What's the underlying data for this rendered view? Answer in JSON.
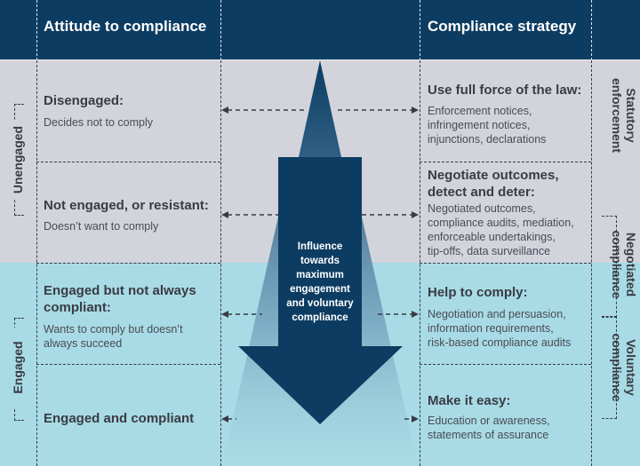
{
  "header": {
    "left_title": "Attitude to compliance",
    "right_title": "Compliance strategy"
  },
  "colors": {
    "header_bg": "#0d3c62",
    "unengaged_band": "#d3d3dc",
    "engaged_band": "#a8dbe5",
    "arrow": "#0d3c62",
    "text": "#3a3b44"
  },
  "attitudes": [
    {
      "title": "Disengaged:",
      "desc": "Decides not to comply"
    },
    {
      "title": "Not engaged, or resistant:",
      "desc": "Doesn’t want to comply"
    },
    {
      "title": "Engaged but not always compliant:",
      "title_line1": "Engaged but not always",
      "title_line2": "compliant:",
      "desc": "Wants to comply but doesn’t always succeed",
      "desc_line1": "Wants to comply but doesn’t",
      "desc_line2": "always succeed"
    },
    {
      "title": "Engaged and compliant",
      "desc": ""
    }
  ],
  "strategies": [
    {
      "title": "Use full force of the law:",
      "desc_lines": [
        "Enforcement notices,",
        "infringement notices,",
        "injunctions, declarations"
      ]
    },
    {
      "title_lines": [
        "Negotiate outcomes,",
        "detect and deter:"
      ],
      "desc_lines": [
        "Negotiated outcomes,",
        "compliance audits, mediation,",
        "enforceable undertakings,",
        "tip-offs, data surveillance"
      ]
    },
    {
      "title": "Help to comply:",
      "desc_lines": [
        "Negotiation and persuasion,",
        "information requirements,",
        "risk-based compliance audits"
      ]
    },
    {
      "title": "Make it easy:",
      "desc_lines": [
        "Education or awareness,",
        "statements of assurance"
      ]
    }
  ],
  "left_groups": [
    {
      "label": "Unengaged"
    },
    {
      "label": "Engaged"
    }
  ],
  "right_groups": [
    {
      "line1": "Statutory",
      "line2": "enforcement"
    },
    {
      "line1": "Negotiated",
      "line2": "compliance"
    },
    {
      "line1": "Voluntary",
      "line2": "compliance"
    }
  ],
  "arrow": {
    "lines": [
      "Influence",
      "towards",
      "maximum",
      "engagement",
      "and voluntary",
      "compliance"
    ],
    "label": "Influence towards maximum engagement and voluntary compliance"
  }
}
